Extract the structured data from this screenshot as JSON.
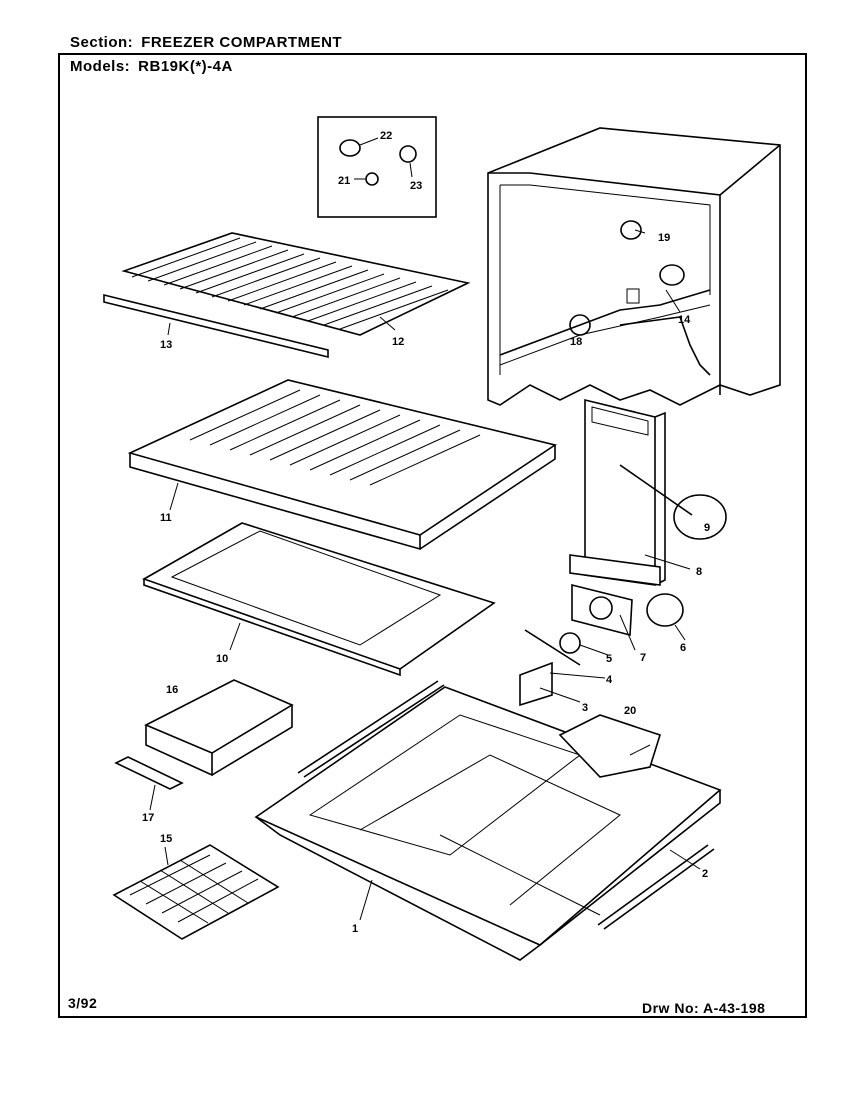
{
  "header": {
    "section_label": "Section:",
    "section_value": "FREEZER COMPARTMENT",
    "models_label": "Models:",
    "models_value": "RB19K(*)-4A"
  },
  "footer": {
    "date": "3/92",
    "drawing_label": "Drw No:",
    "drawing_number": "A-43-198"
  },
  "parts": {
    "p1": "1",
    "p2": "2",
    "p3": "3",
    "p4": "4",
    "p5": "5",
    "p6": "6",
    "p7": "7",
    "p8": "8",
    "p9": "9",
    "p10": "10",
    "p11": "11",
    "p12": "12",
    "p13": "13",
    "p14": "14",
    "p15": "15",
    "p16": "16",
    "p17": "17",
    "p18": "18",
    "p19": "19",
    "p20": "20",
    "p21": "21",
    "p22": "22",
    "p23": "23"
  }
}
